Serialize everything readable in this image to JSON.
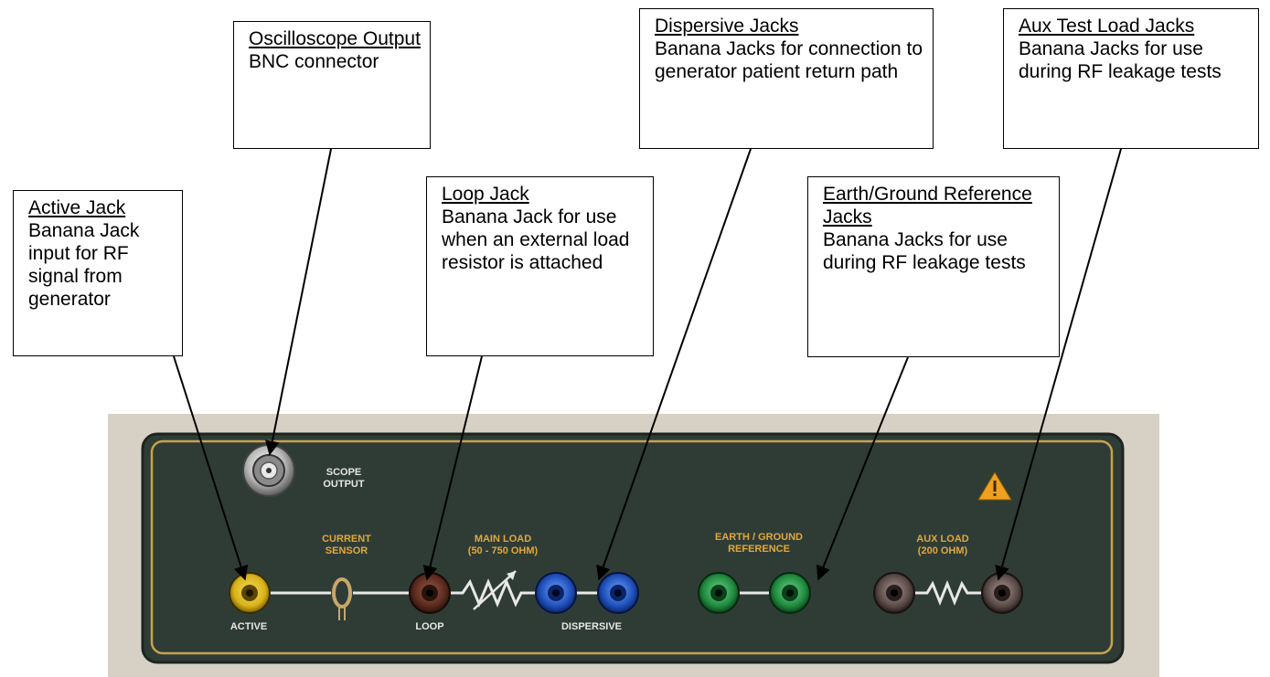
{
  "callouts": {
    "oscilloscope": {
      "title": "Oscilloscope Output",
      "description": "BNC connector"
    },
    "active": {
      "title": "Active Jack",
      "description": "Banana Jack input for RF signal from generator"
    },
    "loop": {
      "title": "Loop Jack",
      "description": "Banana Jack for use when an external load resistor is attached"
    },
    "dispersive": {
      "title": "Dispersive Jacks",
      "description": "Banana Jacks for connection to generator patient return path"
    },
    "earth": {
      "title": "Earth/Ground Reference Jacks",
      "description": "Banana Jacks for use during RF leakage tests"
    },
    "aux": {
      "title": "Aux Test Load Jacks",
      "description": "Banana Jacks for use during RF leakage tests"
    }
  },
  "panel": {
    "scope_label_line1": "SCOPE",
    "scope_label_line2": "OUTPUT",
    "current_sensor_line1": "CURRENT",
    "current_sensor_line2": "SENSOR",
    "main_load_line1": "MAIN LOAD",
    "main_load_line2": "(50 - 750 OHM)",
    "earth_line1": "EARTH / GROUND",
    "earth_line2": "REFERENCE",
    "aux_line1": "AUX LOAD",
    "aux_line2": "(200 OHM)",
    "active_label": "ACTIVE",
    "loop_label": "LOOP",
    "dispersive_label": "DISPERSIVE"
  },
  "colors": {
    "panel": "#2f3c36",
    "border_trim": "#c7a24d",
    "label_orange": "#e0a83c",
    "label_white": "#e6e6e6",
    "active_jack": "#d8b21a",
    "loop_jack": "#5a2a1e",
    "dispersive_jack": "#1e4fb8",
    "earth_jack": "#1f8a3e",
    "aux_jack": "#4a3a36",
    "warning": "#f0a020"
  }
}
